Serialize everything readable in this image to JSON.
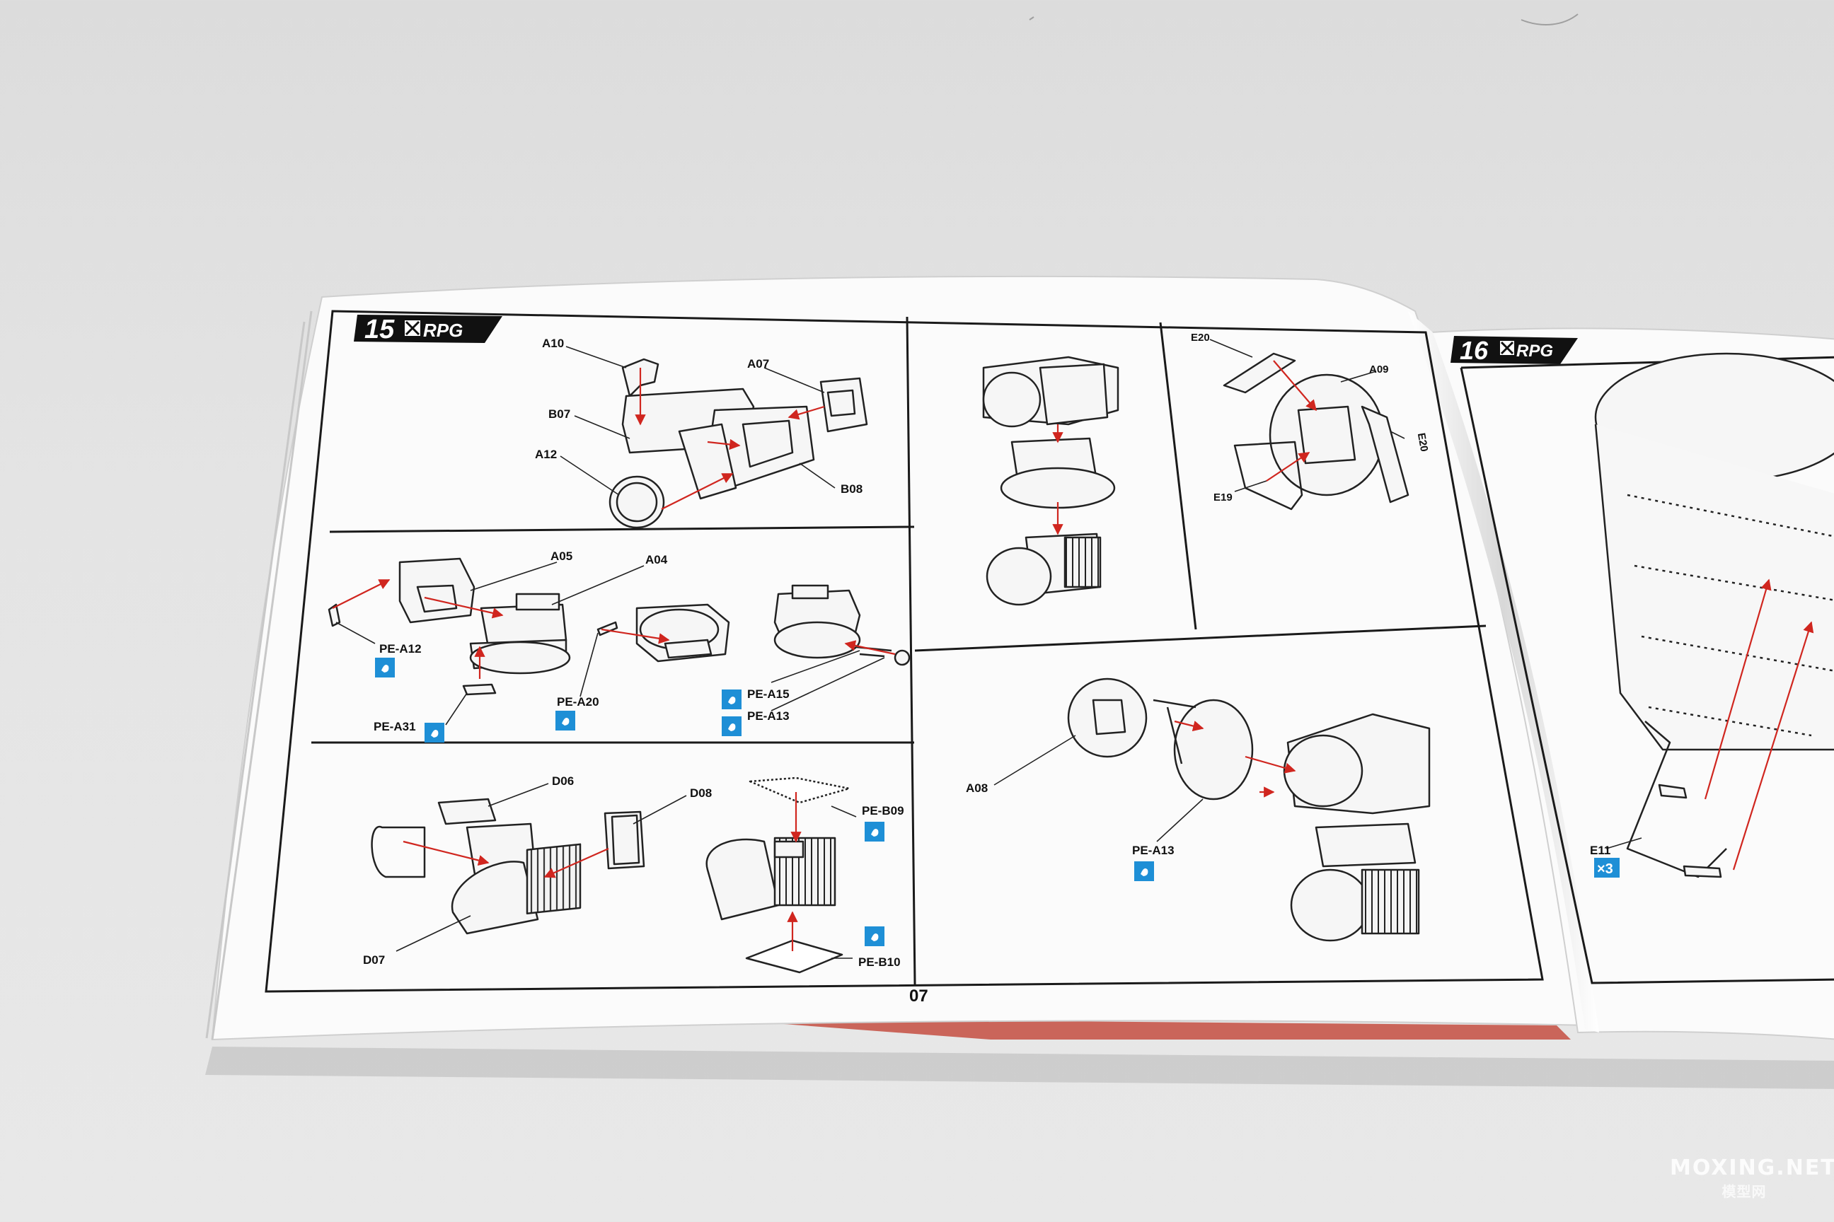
{
  "booklet": {
    "page_number": "07",
    "brand": "RPG"
  },
  "step15": {
    "number": "15",
    "callouts": {
      "a10": "A10",
      "a07": "A07",
      "b07": "B07",
      "a12": "A12",
      "b08": "B08",
      "a05": "A05",
      "a04": "A04",
      "pe_a12": "PE-A12",
      "pe_a31": "PE-A31",
      "pe_a20": "PE-A20",
      "pe_a15": "PE-A15",
      "pe_a13": "PE-A13",
      "d06": "D06",
      "d08": "D08",
      "d07": "D07",
      "pe_b09": "PE-B09",
      "pe_b10": "PE-B10",
      "e20_top": "E20",
      "a09": "A09",
      "e20_side": "E20",
      "e19": "E19",
      "a08": "A08",
      "pe_a13_right": "PE-A13"
    }
  },
  "step16": {
    "number": "16",
    "callouts": {
      "e11": "E11",
      "e11_qty": "×3"
    }
  },
  "watermark": {
    "main": "MOXING.NET",
    "sub": "模型网"
  },
  "colors": {
    "arrow": "#d0261f",
    "badge": "#1e8fd6",
    "line": "#222222",
    "paper": "#fbfbfb"
  }
}
